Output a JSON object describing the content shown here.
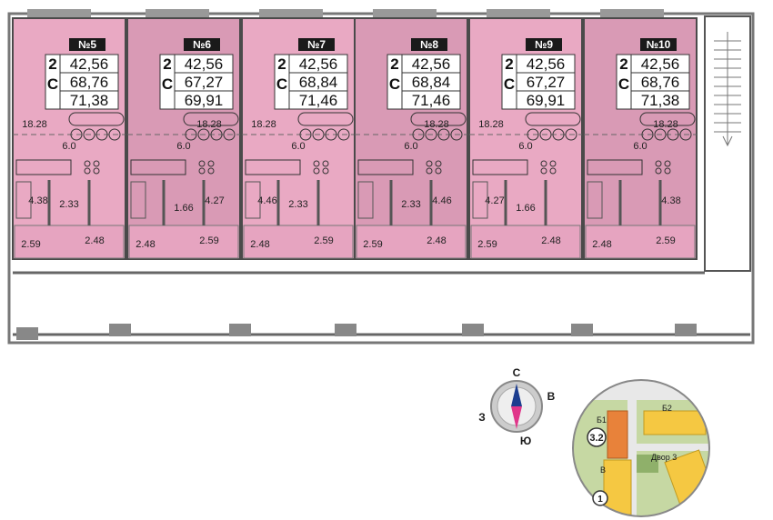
{
  "units": [
    {
      "number": "№5",
      "rooms": "2",
      "label_c": "C",
      "area_living": "42,56",
      "area_total": "68,76",
      "area_full": "71,38",
      "living_room": "18.28",
      "kitchen": "6.0",
      "hall": "4.38",
      "bath": "2.33",
      "wc": "",
      "balcony_left": "2.59",
      "balcony_right": "2.48"
    },
    {
      "number": "№6",
      "rooms": "2",
      "label_c": "C",
      "area_living": "42,56",
      "area_total": "67,27",
      "area_full": "69,91",
      "living_room": "18.28",
      "kitchen": "6.0",
      "hall": "4.27",
      "bath": "",
      "wc": "1.66",
      "balcony_left": "2.48",
      "balcony_right": "2.59"
    },
    {
      "number": "№7",
      "rooms": "2",
      "label_c": "C",
      "area_living": "42,56",
      "area_total": "68,84",
      "area_full": "71,46",
      "living_room": "18.28",
      "kitchen": "6.0",
      "hall": "4.46",
      "bath": "2.33",
      "wc": "",
      "balcony_left": "2.48",
      "balcony_right": "2.59"
    },
    {
      "number": "№8",
      "rooms": "2",
      "label_c": "C",
      "area_living": "42,56",
      "area_total": "68,84",
      "area_full": "71,46",
      "living_room": "18.28",
      "kitchen": "6.0",
      "hall": "4.46",
      "bath": "2.33",
      "wc": "",
      "balcony_left": "2.59",
      "balcony_right": "2.48"
    },
    {
      "number": "№9",
      "rooms": "2",
      "label_c": "C",
      "area_living": "42,56",
      "area_total": "67,27",
      "area_full": "69,91",
      "living_room": "18.28",
      "kitchen": "6.0",
      "hall": "4.27",
      "bath": "",
      "wc": "1.66",
      "balcony_left": "2.59",
      "balcony_right": "2.48"
    },
    {
      "number": "№10",
      "rooms": "2",
      "label_c": "C",
      "area_living": "42,56",
      "area_total": "68,76",
      "area_full": "71,38",
      "living_room": "18.28",
      "kitchen": "6.0",
      "hall": "4.38",
      "bath": "",
      "wc": "",
      "balcony_left": "2.48",
      "balcony_right": "2.59"
    }
  ],
  "compass": {
    "north": "С",
    "east": "В",
    "south": "Ю",
    "west": "З"
  },
  "minimap": {
    "label_b1": "Б1",
    "label_b2": "Б2",
    "label_32": "3.2",
    "label_v": "В",
    "label_1": "1",
    "label_yard": "Двор 3"
  },
  "colors": {
    "unit_fill": "#e9a9c3",
    "unit_fill_alt": "#d99ab5",
    "wall": "#5a5a5a",
    "badge": "#1a1a1a",
    "compass_pointer": "#e0368a",
    "compass_pointer2": "#1c3d8f",
    "map_green": "#c6d8a3",
    "map_orange": "#e8823a",
    "map_yellow": "#f5c842"
  }
}
